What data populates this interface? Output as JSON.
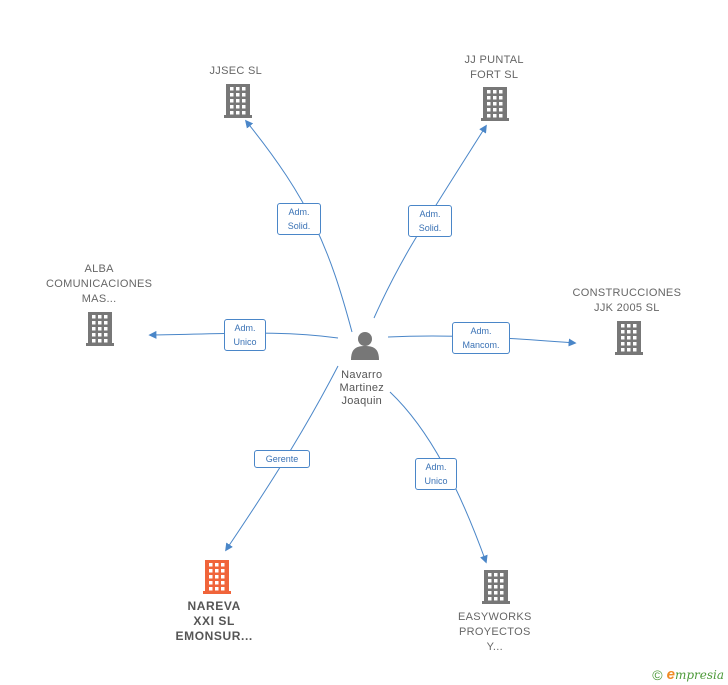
{
  "center": {
    "lines": [
      "Navarro",
      "Martinez",
      "Joaquin"
    ]
  },
  "nodes": [
    {
      "id": "jjsec",
      "lines": [
        "JJSEC  SL"
      ],
      "highlight": false
    },
    {
      "id": "jjpuntal",
      "lines": [
        "JJ PUNTAL",
        "FORT  SL"
      ],
      "highlight": false
    },
    {
      "id": "alba",
      "lines": [
        "ALBA",
        "COMUNICACIONES",
        "MAS..."
      ],
      "highlight": false
    },
    {
      "id": "construcciones",
      "lines": [
        "CONSTRUCCIONES",
        "JJK 2005  SL"
      ],
      "highlight": false
    },
    {
      "id": "nareva",
      "lines": [
        "NAREVA",
        "XXI SL",
        "EMONSUR..."
      ],
      "highlight": true
    },
    {
      "id": "easyworks",
      "lines": [
        "EASYWORKS",
        "PROYECTOS",
        "Y..."
      ],
      "highlight": false
    }
  ],
  "edges": [
    {
      "to": "jjsec",
      "lines": [
        "Adm.",
        "Solid."
      ]
    },
    {
      "to": "jjpuntal",
      "lines": [
        "Adm.",
        "Solid."
      ]
    },
    {
      "to": "alba",
      "lines": [
        "Adm.",
        "Unico"
      ]
    },
    {
      "to": "construcciones",
      "lines": [
        "Adm.",
        "Mancom."
      ]
    },
    {
      "to": "nareva",
      "lines": [
        "Gerente"
      ]
    },
    {
      "to": "easyworks",
      "lines": [
        "Adm.",
        "Unico"
      ]
    }
  ],
  "colors": {
    "edge": "#4a86c8",
    "building": "#777777",
    "highlight": "#f0643a",
    "person": "#777777"
  },
  "footer": {
    "copyright": "©",
    "brand_initial": "e",
    "brand_rest": "mpresia"
  }
}
